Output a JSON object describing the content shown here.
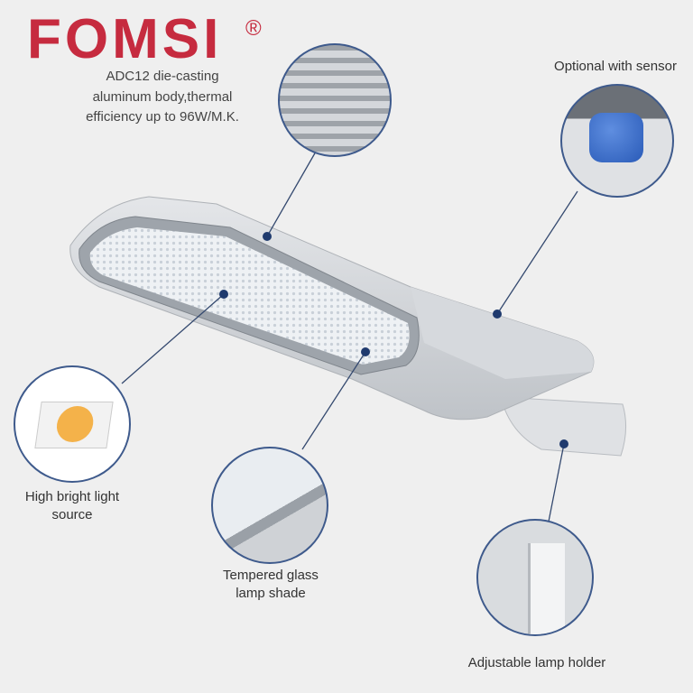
{
  "brand": {
    "name": "FOMSI",
    "registered": "®"
  },
  "colors": {
    "brand_red": "#c62b3f",
    "callout_blue": "#3e5a8c",
    "background": "#efefef"
  },
  "features": {
    "body": {
      "lines": [
        "ADC12 die-casting",
        "aluminum body,thermal",
        "efficiency up to 96W/M.K."
      ]
    },
    "sensor": {
      "label": "Optional with sensor"
    },
    "light_source": {
      "lines": [
        "High bright light",
        "source"
      ]
    },
    "glass": {
      "lines": [
        "Tempered glass",
        "lamp shade"
      ]
    },
    "holder": {
      "label": "Adjustable lamp holder"
    }
  }
}
